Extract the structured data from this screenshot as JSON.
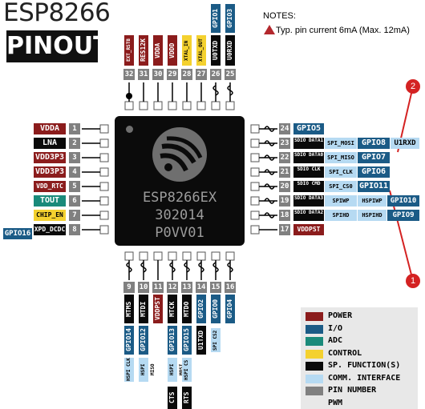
{
  "header": {
    "title": "ESP8266",
    "subtitle": "PINOUT"
  },
  "notes": {
    "heading": "NOTES:",
    "text": "Typ. pin current 6mA (Max. 12mA)"
  },
  "chip": {
    "line1": "ESP8266EX",
    "line2": "302014",
    "line3": "P0VV01"
  },
  "left_pins": [
    {
      "num": "1",
      "label": "VDDA",
      "color": "red"
    },
    {
      "num": "2",
      "label": "LNA",
      "color": "black"
    },
    {
      "num": "3",
      "label": "VDD3P3",
      "color": "red"
    },
    {
      "num": "4",
      "label": "VDD3P3",
      "color": "red"
    },
    {
      "num": "5",
      "label": "VDD_RTC",
      "color": "red"
    },
    {
      "num": "6",
      "label": "TOUT",
      "color": "green"
    },
    {
      "num": "7",
      "label": "CHIP_EN",
      "color": "yellow"
    },
    {
      "num": "8",
      "label": "XPD_DCDC",
      "color": "black",
      "extra": "GPIO16"
    }
  ],
  "right_pins": [
    {
      "num": "24",
      "label": "GPIO5"
    },
    {
      "num": "23",
      "sdio": "SDIO DATA1",
      "func": "SPI_MOSI",
      "gpio": "GPIO8",
      "extra": "U1RXD"
    },
    {
      "num": "22",
      "sdio": "SDIO DATA0",
      "func": "SPI_MISO",
      "gpio": "GPIO7"
    },
    {
      "num": "21",
      "sdio": "SDIO CLK",
      "func": "SPI_CLK",
      "gpio": "GPIO6"
    },
    {
      "num": "20",
      "sdio": "SDIO CMD",
      "func": "SPI_CS0",
      "gpio": "GPIO11"
    },
    {
      "num": "19",
      "sdio": "SDIO DATA3",
      "func": "SPIWP",
      "gpio2": "HSPIWP",
      "gpio": "GPIO10"
    },
    {
      "num": "18",
      "sdio": "SDIO DATA2",
      "func": "SPIHD",
      "gpio2": "HSPIHD",
      "gpio": "GPIO9"
    },
    {
      "num": "17",
      "label": "VDDPST"
    }
  ],
  "top_pins": [
    {
      "num": "32",
      "label": "EXT_RSTB"
    },
    {
      "num": "31",
      "label": "RES12K"
    },
    {
      "num": "30",
      "label": "VDDA"
    },
    {
      "num": "29",
      "label": "VDDD"
    },
    {
      "num": "28",
      "label": "XTAL_IN"
    },
    {
      "num": "27",
      "label": "XTAL_OUT"
    },
    {
      "num": "26",
      "label": "U0TXD",
      "gpio": "GPIO1"
    },
    {
      "num": "25",
      "label": "U0RXD",
      "gpio": "GPIO3"
    }
  ],
  "bottom_pins": [
    {
      "num": "9",
      "label": "MTMS",
      "gpio": "GPIO14",
      "comm": "HSPI CLK"
    },
    {
      "num": "10",
      "label": "MTDI",
      "gpio": "GPIO12",
      "comm": "HSPI MISO"
    },
    {
      "num": "11",
      "label": "VDDPST"
    },
    {
      "num": "12",
      "label": "MTCK",
      "gpio": "GPIO13",
      "comm": "HSPI MOSI",
      "extra": "CTS"
    },
    {
      "num": "13",
      "label": "MTDO",
      "gpio": "GPIO15",
      "comm": "HSPI CS",
      "extra": "RTS"
    },
    {
      "num": "14",
      "label": "GPIO2",
      "gpio": "U1TXD"
    },
    {
      "num": "15",
      "label": "GPIO0",
      "comm": "SPI CS2"
    },
    {
      "num": "16",
      "label": "GPIO4"
    }
  ],
  "markers": [
    {
      "id": "1"
    },
    {
      "id": "2"
    }
  ],
  "legend": [
    {
      "label": "POWER",
      "color": "#8b1c1c"
    },
    {
      "label": "I/O",
      "color": "#1b5b86"
    },
    {
      "label": "ADC",
      "color": "#1a8a7a"
    },
    {
      "label": "CONTROL",
      "color": "#f4d12f"
    },
    {
      "label": "SP. FUNCTION(S)",
      "color": "#0a0a0a"
    },
    {
      "label": "COMM. INTERFACE",
      "color": "#b6daf2"
    },
    {
      "label": "PIN NUMBER",
      "color": "#808080"
    },
    {
      "label": "PWM",
      "color": "pwm"
    }
  ]
}
